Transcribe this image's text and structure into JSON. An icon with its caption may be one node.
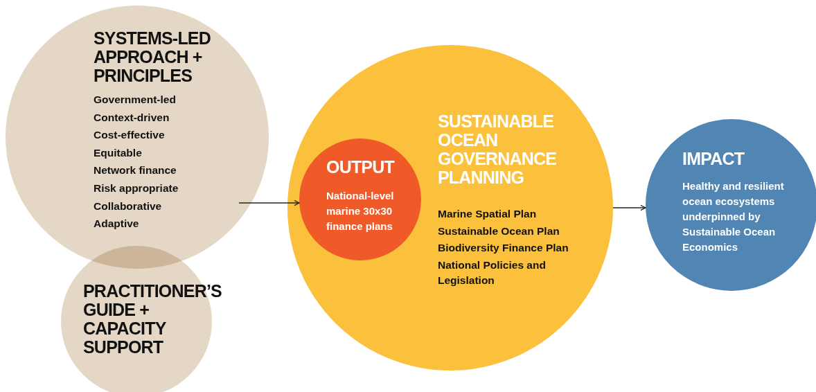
{
  "diagram": {
    "nodes": [
      {
        "text": [
          "SYSTEMS-LED APPROACH + PRINCIPLES",
          "Government-led",
          "Context-driven",
          "Cost-effective",
          "Equitable",
          "Network finance",
          "Risk appropriate",
          "Collaborative",
          "Adaptive"
        ]
      },
      {
        "text": [
          "PRACTITIONER’S GUIDE + CAPACITY SUPPORT"
        ]
      },
      {
        "text": [
          "SUSTAINABLE OCEAN GOVERNANCE PLANNING",
          "Marine Spatial Plan",
          "Sustainable Ocean Plan",
          "Biodiversity Finance Plan",
          "National Policies and Legislation"
        ]
      },
      {
        "text": [
          "OUTPUT",
          "National-level marine 30x30 finance plans"
        ],
        "in": 2
      },
      {
        "text": [
          "IMPACT",
          "Healthy and resilient ocean ecosystems underpinned by Sustainable Ocean Economics"
        ]
      }
    ],
    "edges": [
      {
        "from": 0,
        "to": 3,
        "arrow": "to"
      },
      {
        "from": 2,
        "to": 4,
        "arrow": "to"
      }
    ]
  }
}
